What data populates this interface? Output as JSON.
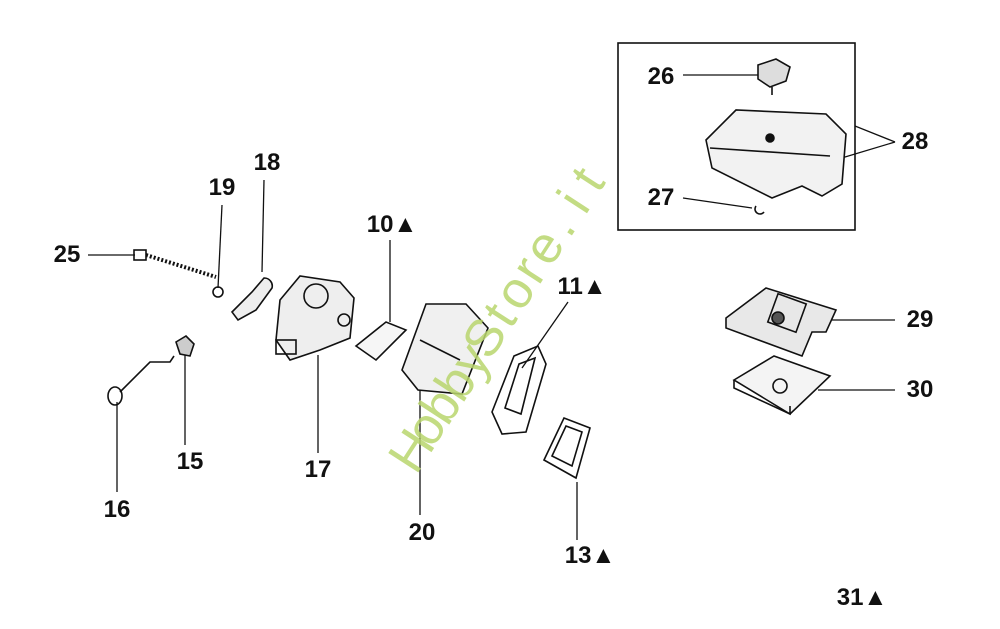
{
  "diagram": {
    "parts": [
      {
        "id": "p26",
        "label": "26"
      },
      {
        "id": "p28",
        "label": "28"
      },
      {
        "id": "p27",
        "label": "27"
      },
      {
        "id": "p29",
        "label": "29"
      },
      {
        "id": "p30",
        "label": "30"
      },
      {
        "id": "p25",
        "label": "25"
      },
      {
        "id": "p19",
        "label": "19"
      },
      {
        "id": "p18",
        "label": "18"
      },
      {
        "id": "p10",
        "label": "10▲"
      },
      {
        "id": "p11",
        "label": "11▲"
      },
      {
        "id": "p15",
        "label": "15"
      },
      {
        "id": "p16",
        "label": "16"
      },
      {
        "id": "p17",
        "label": "17"
      },
      {
        "id": "p20",
        "label": "20"
      },
      {
        "id": "p13",
        "label": "13▲"
      },
      {
        "id": "p31",
        "label": "31▲"
      }
    ],
    "watermark": "HobbyStore.it",
    "colors": {
      "ink": "#111111",
      "watermark": "#b9d66e"
    }
  }
}
